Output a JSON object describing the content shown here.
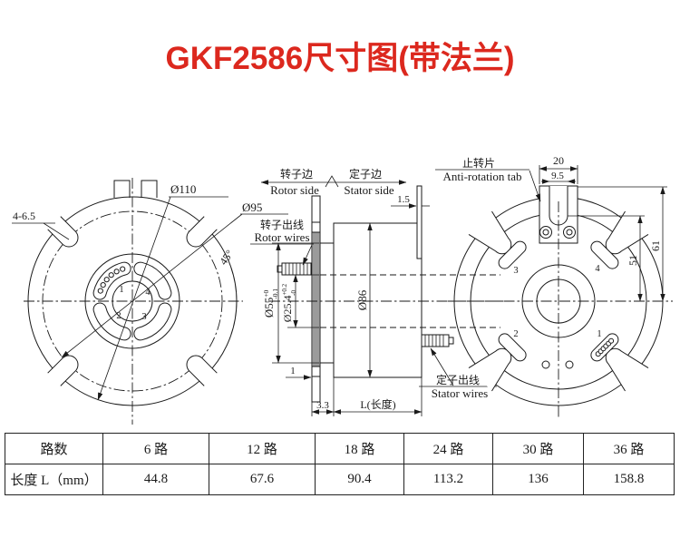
{
  "title": {
    "text": "GKF2586尺寸图(带法兰)"
  },
  "colors": {
    "accent_red": "#dc281e",
    "line": "#1a1a1a",
    "plate_gray": "#9b9b9b"
  },
  "front_view": {
    "hole_callout": "4-6.5",
    "outer_diameter": "Ø110",
    "bolt_circle_diameter": "Ø95",
    "angle": "45°",
    "ring_labels": [
      "1",
      "2",
      "3",
      "4"
    ]
  },
  "side_view": {
    "rotor_side_cn": "转子边",
    "rotor_side_en": "Rotor side",
    "stator_side_cn": "定子边",
    "stator_side_en": "Stator side",
    "rotor_wires_cn": "转子出线",
    "rotor_wires_en": "Rotor wires",
    "stator_wires_cn": "定子出线",
    "stator_wires_en": "Stator wires",
    "tab_thickness": "1.5",
    "hub_dia": {
      "main": "Ø55",
      "upper": "+0",
      "lower": "-0.1"
    },
    "bore_dia": {
      "main": "Ø25.4",
      "upper": "+0.2",
      "lower": "-0"
    },
    "body_dia": "Ø86",
    "step_1": "1",
    "flange_to_body": "3.3",
    "length_label": "L(长度)"
  },
  "back_view": {
    "anti_rotation_cn": "止转片",
    "anti_rotation_en": "Anti-rotation tab",
    "tab_width": "20",
    "tab_slot_width": "9.5",
    "dim_inner": "51",
    "dim_outer": "61",
    "ring_labels": [
      "1",
      "2",
      "3",
      "4"
    ]
  },
  "table": {
    "headers": [
      "路数",
      "6 路",
      "12 路",
      "18 路",
      "24 路",
      "30 路",
      "36 路"
    ],
    "row_label": "长度 L（mm）",
    "values": [
      "44.8",
      "67.6",
      "90.4",
      "113.2",
      "136",
      "158.8"
    ]
  }
}
